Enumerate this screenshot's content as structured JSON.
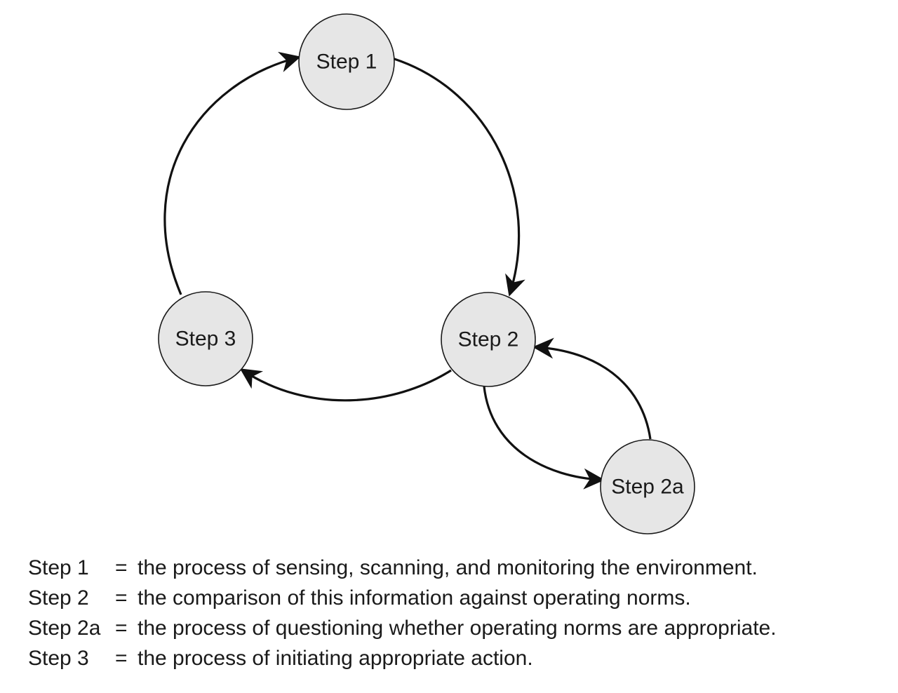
{
  "diagram": {
    "nodes": [
      {
        "id": "step1",
        "label": "Step 1"
      },
      {
        "id": "step2",
        "label": "Step 2"
      },
      {
        "id": "step2a",
        "label": "Step 2a"
      },
      {
        "id": "step3",
        "label": "Step 3"
      }
    ],
    "edges": [
      {
        "from": "step1",
        "to": "step2"
      },
      {
        "from": "step2",
        "to": "step3"
      },
      {
        "from": "step3",
        "to": "step1"
      },
      {
        "from": "step2",
        "to": "step2a"
      },
      {
        "from": "step2a",
        "to": "step2"
      }
    ],
    "node_fill": "#e6e6e6",
    "stroke_color": "#1a1a1a"
  },
  "legend": [
    {
      "term": "Step 1",
      "eq": "=",
      "definition": "the process of sensing, scanning, and monitoring the environment."
    },
    {
      "term": "Step 2",
      "eq": "=",
      "definition": "the comparison of this information against operating norms."
    },
    {
      "term": "Step 2a",
      "eq": "=",
      "definition": "the process of questioning whether operating norms are appropriate."
    },
    {
      "term": "Step 3",
      "eq": "=",
      "definition": "the process of initiating appropriate action."
    }
  ]
}
